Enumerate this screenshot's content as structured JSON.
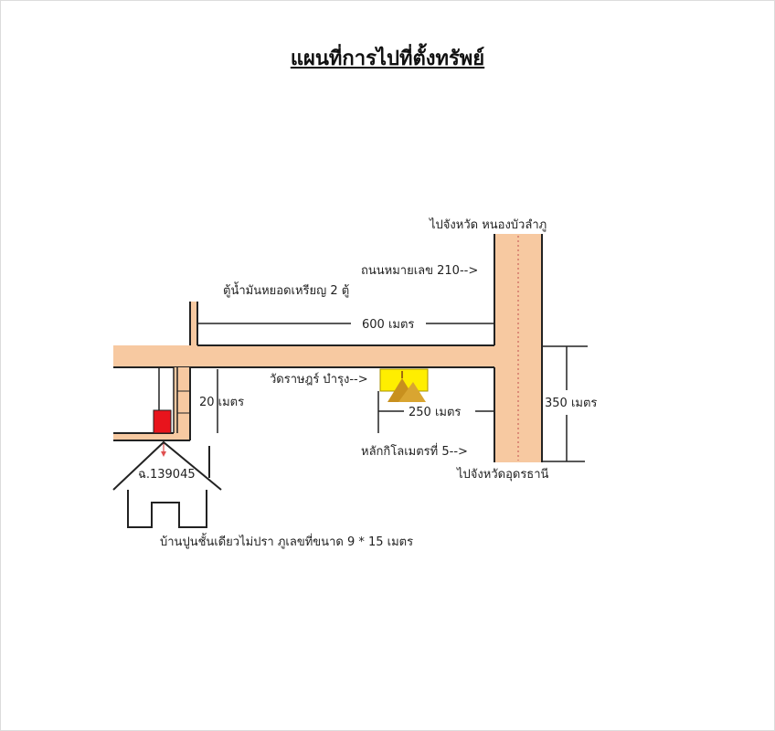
{
  "title": "แผนที่การไปที่ตั้งทรัพย์",
  "colors": {
    "road": "#f7c9a1",
    "road_edge": "#222222",
    "marker": "#e8141c",
    "temple_sign": "#ffee00",
    "temple_roof": "#c8901e",
    "text": "#222222"
  },
  "labels": {
    "to_nongbua": "ไปจังหวัด หนองบัวลำภู",
    "road_210": "ถนนหมายเลข 210-->",
    "fuel_station": "ตู้น้ำมันหยอดเหรียญ 2 ตู้",
    "dist_600": "600 เมตร",
    "temple": "วัดราษฎร์ บำรุง-->",
    "dist_20": "20 เมตร",
    "dist_350": "350 เมตร",
    "dist_250": "250 เมตร",
    "km_marker": "หลักกิโลเมตรที่ 5-->",
    "to_udon": "ไปจังหวัดอุดรธานี",
    "deed": "ฉ.139045",
    "house_desc": "บ้านปูนชั้นเดียวไม่ปรา  ภูเลขที่ขนาด 9 * 15 เมตร"
  }
}
